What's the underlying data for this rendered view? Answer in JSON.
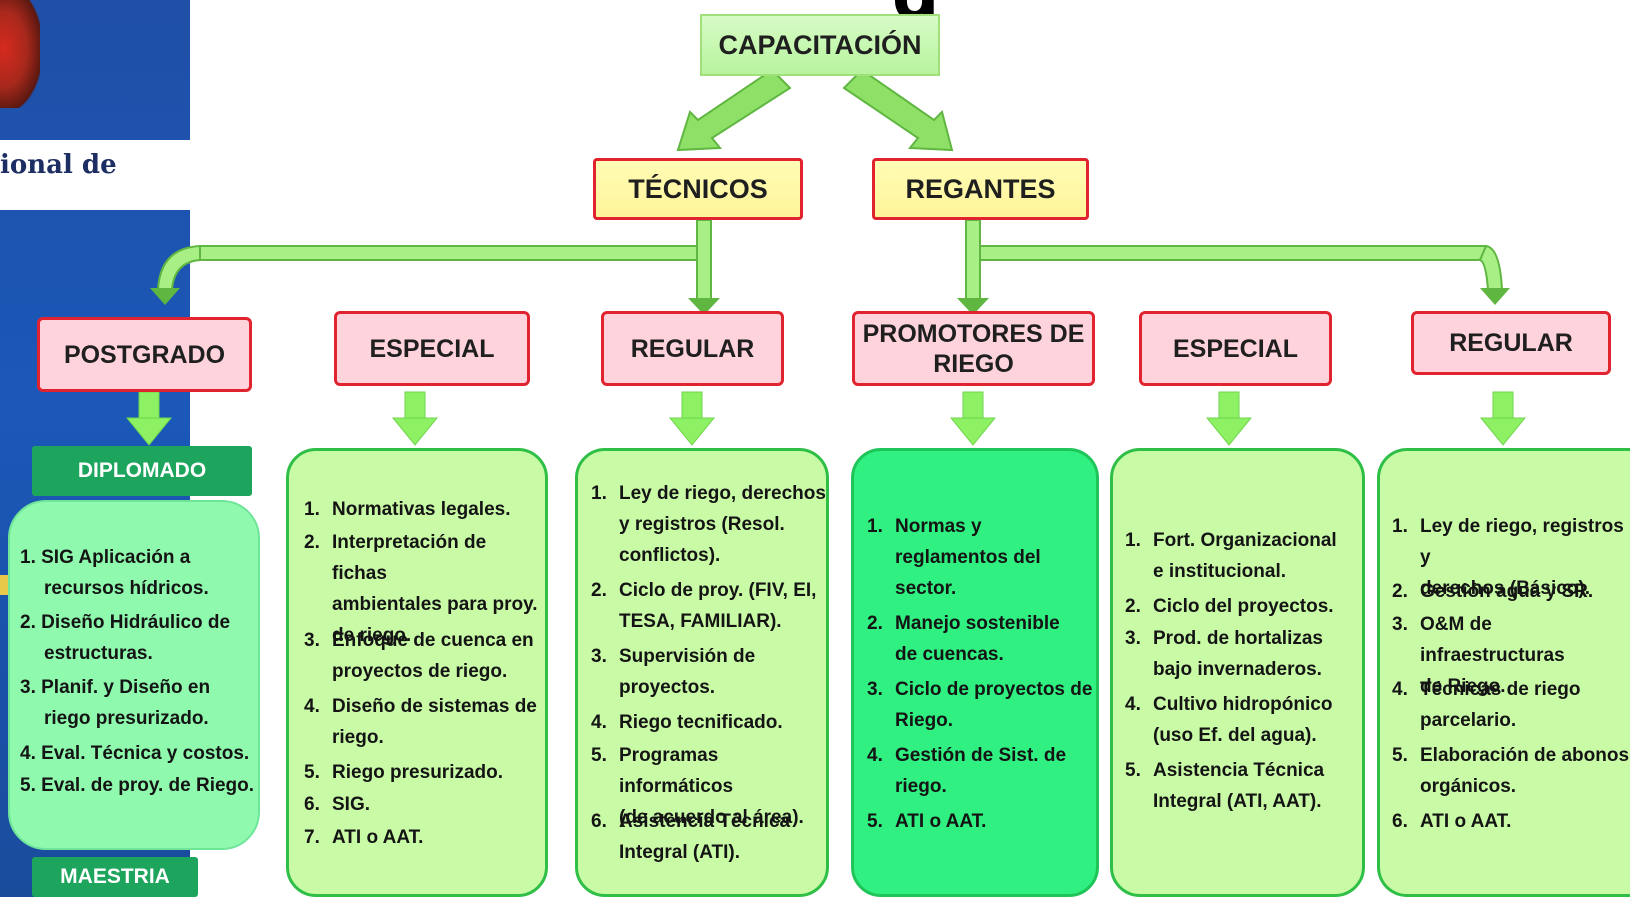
{
  "colors": {
    "panel_blue": "#1f4fa6",
    "root_fill": "#c2f7ab",
    "level1_fill": "#fff8a8",
    "level2_fill": "#ffd3dc",
    "box_border": "#e0232e",
    "card_fill": "#c9fba7",
    "card_highlight": "#2ff081",
    "tag_fill": "#1da55d",
    "arrow": "#7ee05a"
  },
  "sidebar": {
    "text": "ional de"
  },
  "header": {
    "partial": "g"
  },
  "root": {
    "label": "CAPACITACIÓN"
  },
  "groups": {
    "tecnicos": {
      "label": "TÉCNICOS"
    },
    "regantes": {
      "label": "REGANTES"
    }
  },
  "categories": {
    "postgrado": "POSTGRADO",
    "especial_tecnicos": "ESPECIAL",
    "regular_tecnicos": "REGULAR",
    "promotores": [
      "PROMOTORES DE",
      "RIEGO"
    ],
    "especial_regantes": "ESPECIAL",
    "regular_regantes": "REGULAR"
  },
  "postgrado": {
    "diplomado": "DIPLOMADO",
    "maestria": "MAESTRIA",
    "items": [
      [
        "1. SIG Aplicación a",
        "recursos hídricos."
      ],
      [
        "2. Diseño Hidráulico de",
        "estructuras."
      ],
      [
        "3. Planif. y Diseño en",
        "riego presurizado."
      ],
      [
        "4. Eval. Técnica y costos."
      ],
      [
        "5. Eval. de proy. de Riego."
      ]
    ]
  },
  "especial_tecnicos": {
    "items": [
      [
        "1.",
        "Normativas legales."
      ],
      [
        "2.",
        "Interpretación de fichas",
        "ambientales para proy.",
        "de riego."
      ],
      [
        "3.",
        "Enfoque de cuenca en",
        "proyectos de riego."
      ],
      [
        "4.",
        "Diseño de sistemas de",
        "riego."
      ],
      [
        "5.",
        "Riego presurizado."
      ],
      [
        "6.",
        "SIG."
      ],
      [
        "7.",
        "ATI o AAT."
      ]
    ]
  },
  "regular_tecnicos": {
    "items": [
      [
        "1.",
        "Ley de riego, derechos",
        "y registros (Resol.",
        "conflictos)."
      ],
      [
        "2.",
        "Ciclo de proy. (FIV, EI,",
        "TESA, FAMILIAR)."
      ],
      [
        "3.",
        "Supervisión de",
        "proyectos."
      ],
      [
        "4.",
        "Riego tecnificado."
      ],
      [
        "5.",
        "Programas informáticos",
        "(de acuerdo al área)."
      ],
      [
        "6.",
        "Asistencia Técnica",
        "Integral (ATI)."
      ]
    ]
  },
  "promotores": {
    "items": [
      [
        "1.",
        "Normas y",
        "reglamentos del",
        "sector."
      ],
      [
        "2.",
        "Manejo  sostenible",
        "de cuencas."
      ],
      [
        "3.",
        "Ciclo de proyectos de",
        "Riego."
      ],
      [
        "4.",
        "Gestión de Sist. de",
        "riego."
      ],
      [
        "5.",
        "ATI o AAT."
      ]
    ]
  },
  "especial_regantes": {
    "items": [
      [
        "1.",
        "Fort. Organizacional",
        "e institucional."
      ],
      [
        "2.",
        "Ciclo del proyectos."
      ],
      [
        "3.",
        "Prod. de hortalizas",
        "bajo invernaderos."
      ],
      [
        "4.",
        "Cultivo hidropónico",
        "(uso Ef. del agua)."
      ],
      [
        "5.",
        "Asistencia Técnica",
        "Integral (ATI, AAT)."
      ]
    ]
  },
  "regular_regantes": {
    "items": [
      [
        "1.",
        "Ley de riego, registros y",
        "derechos (Básico)."
      ],
      [
        "2.",
        "Gestión agua y SR."
      ],
      [
        "3.",
        "O&M de infraestructuras",
        "de Riego."
      ],
      [
        "4.",
        "Técnicas de riego",
        "parcelario."
      ],
      [
        "5.",
        "Elaboración de abonos",
        "orgánicos."
      ],
      [
        "6.",
        "ATI o AAT."
      ]
    ]
  }
}
